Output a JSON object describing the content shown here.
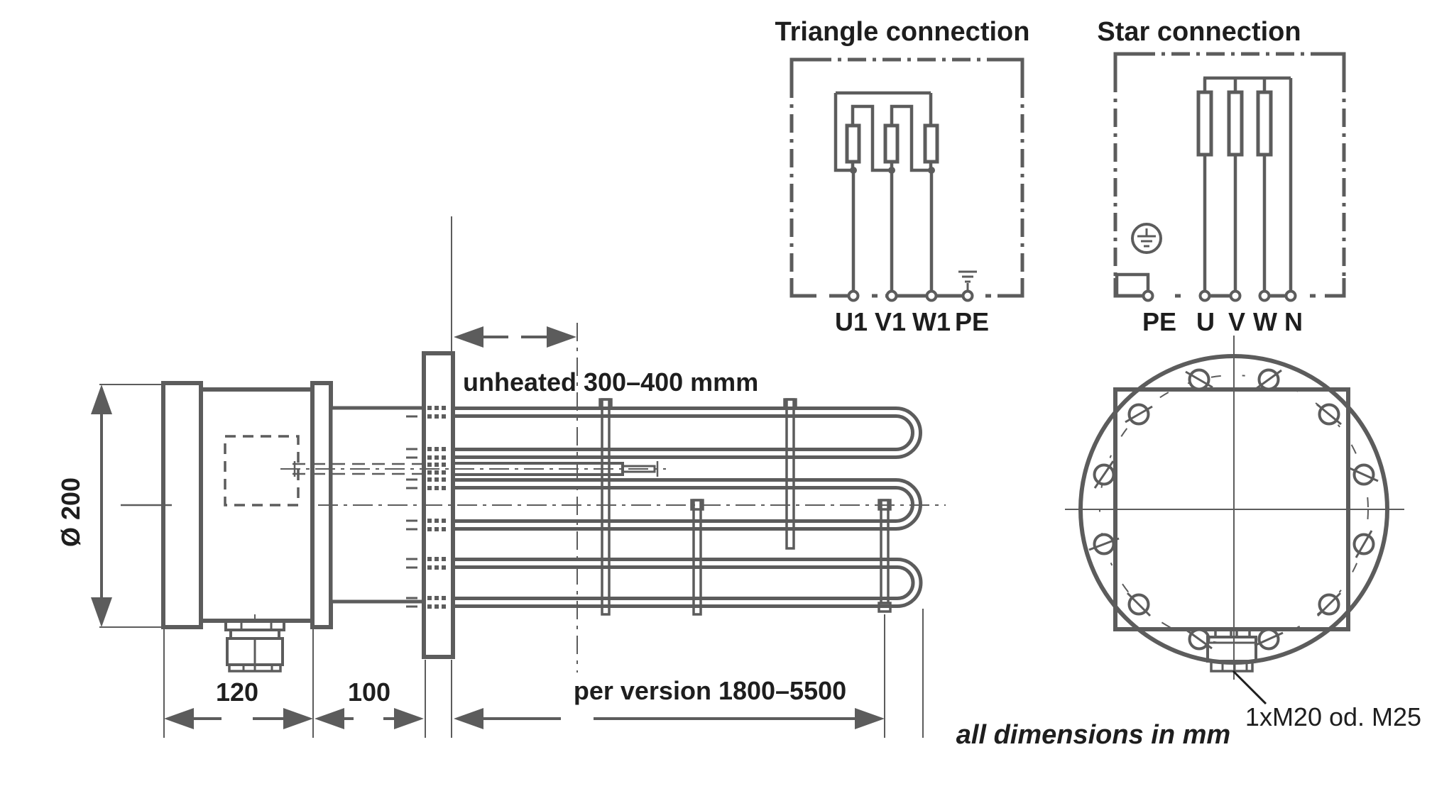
{
  "colors": {
    "line": "#5c5c5c",
    "text": "#1e1e1e",
    "background": "#ffffff"
  },
  "side_view": {
    "diameter": "Ø 200",
    "unheated": "unheated 300–400 mmm",
    "housing_width": "120",
    "neck_length": "100",
    "immersion_length": "per version 1800–5500"
  },
  "triangle_connection": {
    "title": "Triangle connection",
    "terminals": [
      "U1",
      "V1",
      "W1",
      "PE"
    ]
  },
  "star_connection": {
    "title": "Star connection",
    "terminals": [
      "PE",
      "U",
      "V",
      "W",
      "N"
    ]
  },
  "flange_view": {
    "gland_label": "1xM20 od. M25"
  },
  "note": "all dimensions in mm"
}
